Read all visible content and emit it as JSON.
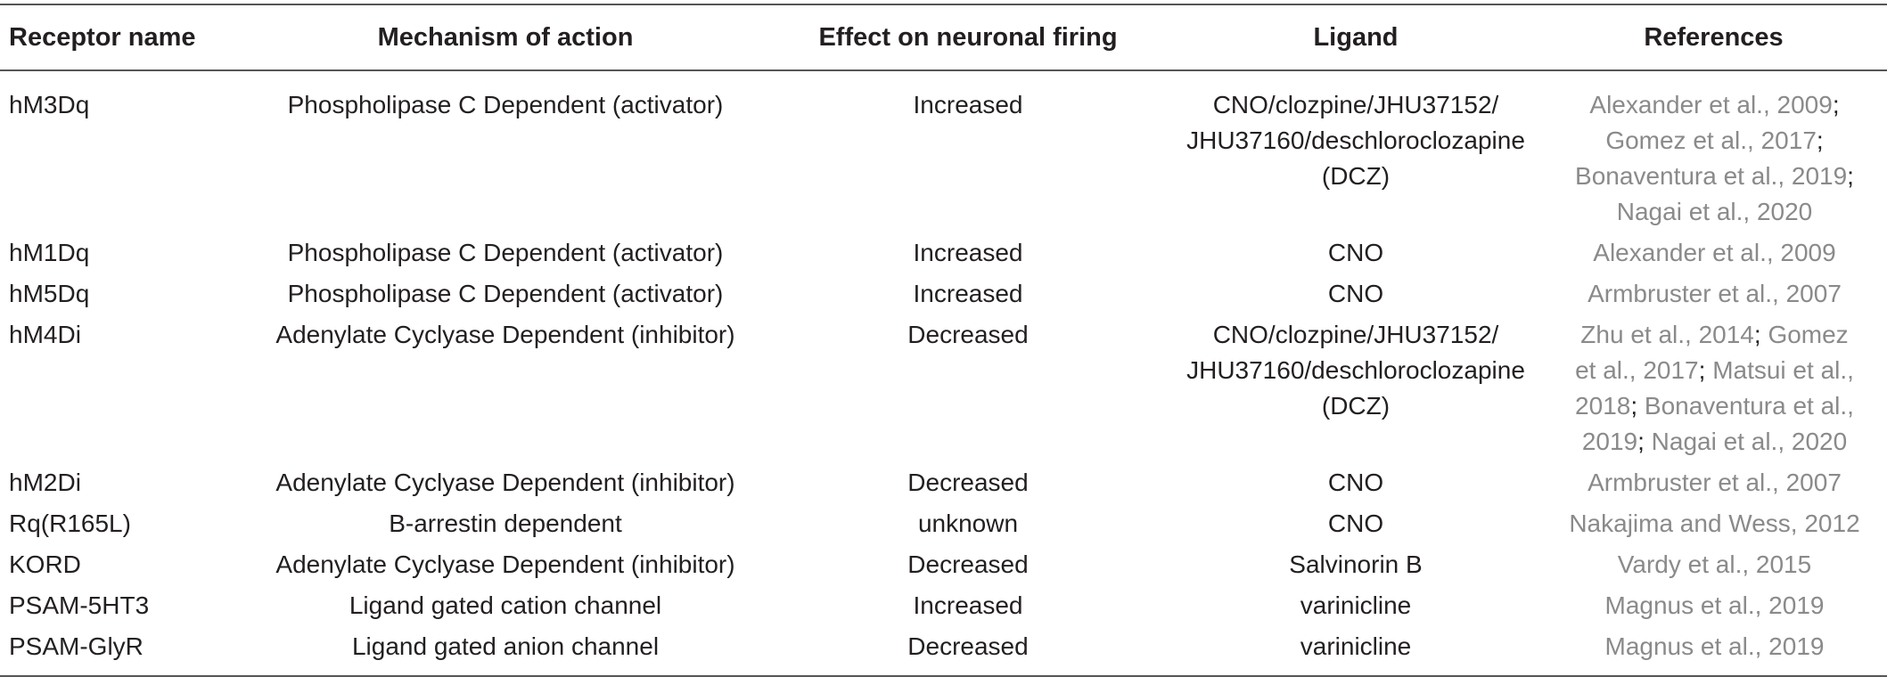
{
  "table": {
    "headers": [
      "Receptor name",
      "Mechanism of action",
      "Effect on neuronal firing",
      "Ligand",
      "References"
    ],
    "rows": [
      {
        "receptor": "hM3Dq",
        "mechanism": "Phospholipase C Dependent (activator)",
        "effect": "Increased",
        "ligand_lines": [
          "CNO/clozpine/JHU37152/",
          "JHU37160/deschloroclozapine",
          "(DCZ)"
        ],
        "ref_lines": [
          [
            "Alexander et al., 2009",
            ";"
          ],
          [
            "Gomez et al., 2017",
            ";"
          ],
          [
            "Bonaventura et al., 2019",
            ";"
          ],
          [
            "Nagai et al., 2020",
            ""
          ]
        ]
      },
      {
        "receptor": "hM1Dq",
        "mechanism": "Phospholipase C Dependent (activator)",
        "effect": "Increased",
        "ligand_lines": [
          "CNO"
        ],
        "ref_lines": [
          [
            "Alexander et al., 2009",
            ""
          ]
        ]
      },
      {
        "receptor": "hM5Dq",
        "mechanism": "Phospholipase C Dependent (activator)",
        "effect": "Increased",
        "ligand_lines": [
          "CNO"
        ],
        "ref_lines": [
          [
            "Armbruster et al., 2007",
            ""
          ]
        ]
      },
      {
        "receptor": "hM4Di",
        "mechanism": "Adenylate Cyclyase Dependent (inhibitor)",
        "effect": "Decreased",
        "ligand_lines": [
          "CNO/clozpine/JHU37152/",
          "JHU37160/deschloroclozapine",
          "(DCZ)"
        ],
        "ref_lines": [
          [
            "Zhu et al., 2014",
            "; ",
            "Gomez"
          ],
          [
            "et al., 2017",
            "; ",
            "Matsui et al.,"
          ],
          [
            "2018",
            "; ",
            "Bonaventura et al.,"
          ],
          [
            "2019",
            "; ",
            "Nagai et al., 2020"
          ]
        ]
      },
      {
        "receptor": "hM2Di",
        "mechanism": "Adenylate Cyclyase Dependent (inhibitor)",
        "effect": "Decreased",
        "ligand_lines": [
          "CNO"
        ],
        "ref_lines": [
          [
            "Armbruster et al., 2007",
            ""
          ]
        ]
      },
      {
        "receptor": "Rq(R165L)",
        "mechanism": "B-arrestin dependent",
        "effect": "unknown",
        "ligand_lines": [
          "CNO"
        ],
        "ref_lines": [
          [
            "Nakajima and Wess, 2012",
            ""
          ]
        ]
      },
      {
        "receptor": "KORD",
        "mechanism": "Adenylate Cyclyase Dependent (inhibitor)",
        "effect": "Decreased",
        "ligand_lines": [
          "Salvinorin B"
        ],
        "ref_lines": [
          [
            "Vardy et al., 2015",
            ""
          ]
        ]
      },
      {
        "receptor": "PSAM-5HT3",
        "mechanism": "Ligand gated cation channel",
        "effect": "Increased",
        "ligand_lines": [
          "varinicline"
        ],
        "ref_lines": [
          [
            "Magnus et al., 2019",
            ""
          ]
        ]
      },
      {
        "receptor": "PSAM-GlyR",
        "mechanism": "Ligand gated anion channel",
        "effect": "Decreased",
        "ligand_lines": [
          "varinicline"
        ],
        "ref_lines": [
          [
            "Magnus et al., 2019",
            ""
          ]
        ]
      }
    ]
  }
}
